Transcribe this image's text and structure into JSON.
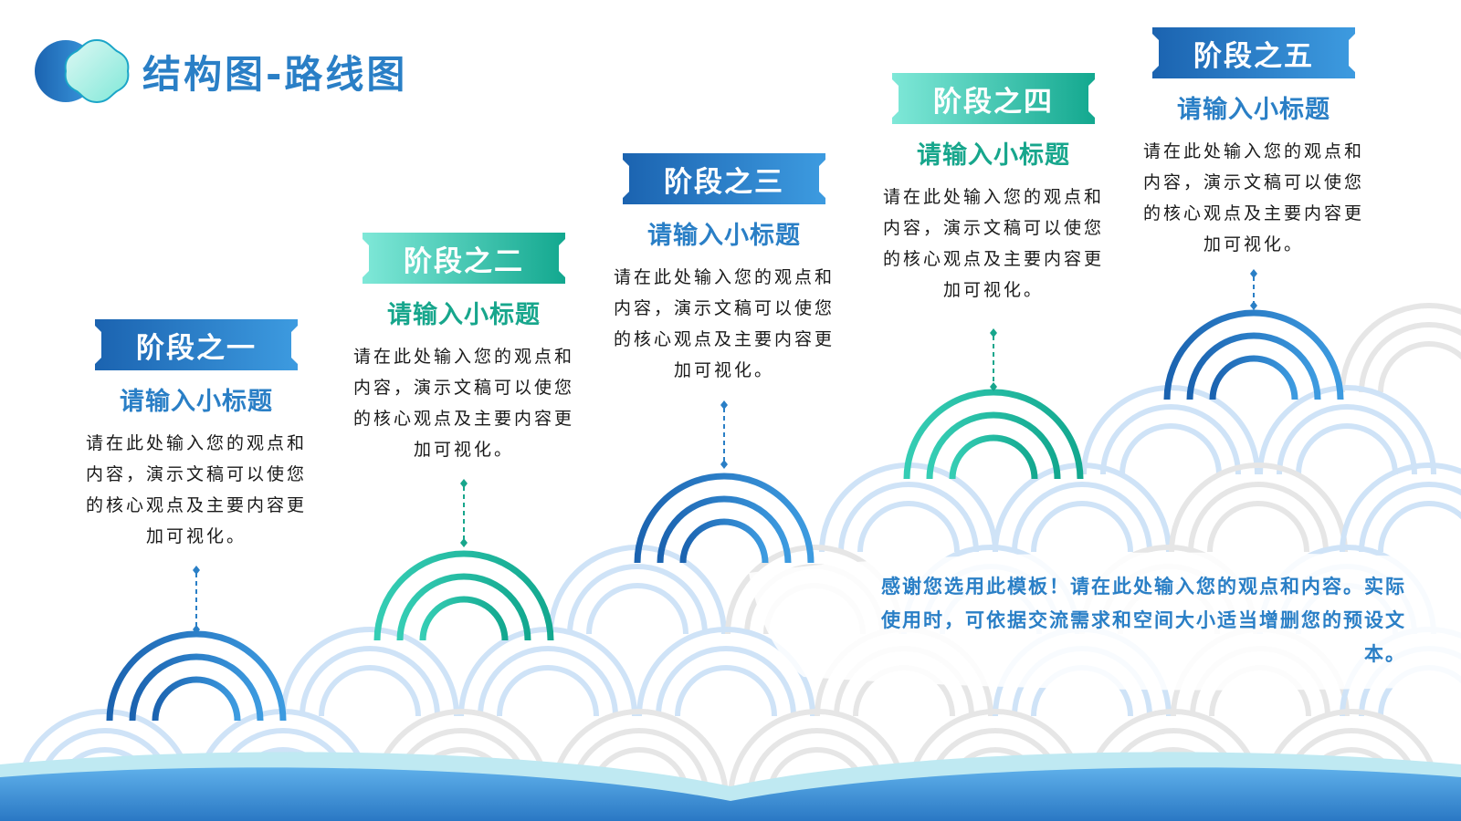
{
  "page": {
    "title": "结构图-路线图"
  },
  "colors": {
    "blue_dark": "#1b63b0",
    "blue_light": "#3d9be0",
    "teal_dark": "#13a88f",
    "teal_light": "#7fe8d8",
    "title_blue": "#2a7fc6",
    "subtitle_teal": "#17a68c",
    "pale_blue_arc": "#cfe3f7",
    "pale_gray_arc": "#e6e6e6"
  },
  "stages": [
    {
      "label": "阶段之一",
      "subtitle": "请输入小标题",
      "body": "请在此处输入您的观点和内容，演示文稿可以使您的核心观点及主要内容更加可视化。",
      "theme": "blue"
    },
    {
      "label": "阶段之二",
      "subtitle": "请输入小标题",
      "body": "请在此处输入您的观点和内容，演示文稿可以使您的核心观点及主要内容更加可视化。",
      "theme": "teal"
    },
    {
      "label": "阶段之三",
      "subtitle": "请输入小标题",
      "body": "请在此处输入您的观点和内容，演示文稿可以使您的核心观点及主要内容更加可视化。",
      "theme": "blue"
    },
    {
      "label": "阶段之四",
      "subtitle": "请输入小标题",
      "body": "请在此处输入您的观点和内容，演示文稿可以使您的核心观点及主要内容更加可视化。",
      "theme": "teal"
    },
    {
      "label": "阶段之五",
      "subtitle": "请输入小标题",
      "body": "请在此处输入您的观点和内容，演示文稿可以使您的核心观点及主要内容更加可视化。",
      "theme": "blue"
    }
  ],
  "footer": {
    "note": "感谢您选用此模板！请在此处输入您的观点和内容。实际使用时，可依据交流需求和空间大小适当增删您的预设文本。"
  }
}
